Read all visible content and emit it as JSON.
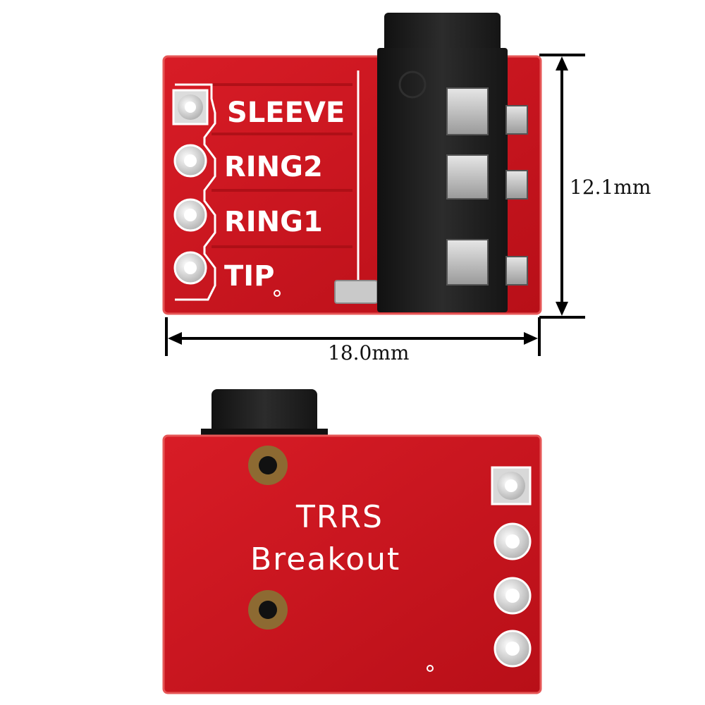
{
  "front": {
    "pin_labels": [
      "SLEEVE",
      "RING2",
      "RING1",
      "TIP"
    ]
  },
  "dimensions": {
    "height_label": "12.1mm",
    "width_label": "18.0mm"
  },
  "back": {
    "title_line1": "TRRS",
    "title_line2": "Breakout"
  },
  "colors": {
    "pcb": "#c8141e",
    "pcb_edge": "#e84a4a",
    "silkscreen": "#ffffff",
    "jack": "#1a1a1a",
    "pad": "#d8d8d8"
  }
}
